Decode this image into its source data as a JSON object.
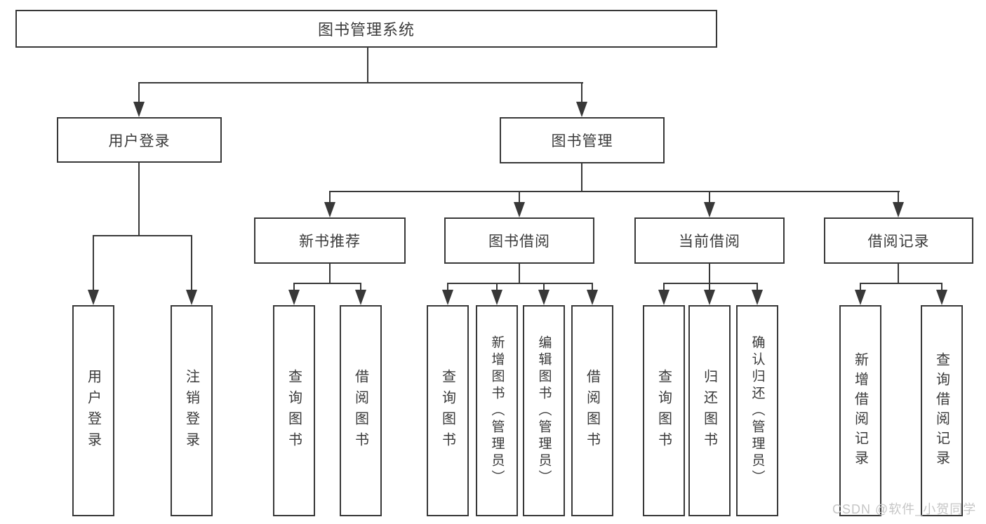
{
  "title": "图书管理系统",
  "diagram": {
    "root": {
      "label": "图书管理系统"
    },
    "level2": {
      "user_login": {
        "label": "用户登录"
      },
      "book_management": {
        "label": "图书管理"
      }
    },
    "level3": {
      "new_book_recommend": {
        "label": "新书推荐"
      },
      "book_borrow": {
        "label": "图书借阅"
      },
      "current_borrow": {
        "label": "当前借阅"
      },
      "borrow_records": {
        "label": "借阅记录"
      }
    },
    "leaves": {
      "user_login": [
        "用户登录",
        "注销登录"
      ],
      "new_book_recommend": [
        "查询图书",
        "借阅图书"
      ],
      "book_borrow": [
        "查询图书",
        "新增图书（管理员）",
        "编辑图书（管理员）",
        "借阅图书"
      ],
      "current_borrow": [
        "查询图书",
        "归还图书",
        "确认归还（管理员）"
      ],
      "borrow_records": [
        "新增借阅记录",
        "查询借阅记录"
      ]
    }
  },
  "watermark": {
    "text": "CSDN @软件_小贺同学"
  },
  "colors": {
    "line": "#383838",
    "text": "#3a3a3a",
    "box_background": "#ffffff",
    "watermark": "#c6c6c6"
  }
}
